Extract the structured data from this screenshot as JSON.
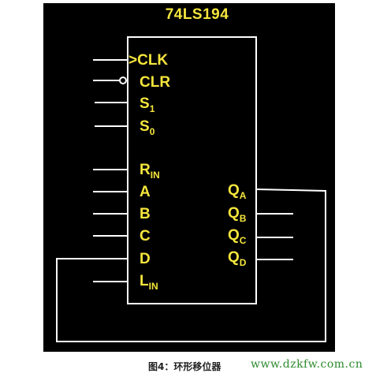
{
  "title": "74LS194",
  "colors": {
    "background": "#000000",
    "wire": "#ffffff",
    "label": "#f5e63c",
    "website": "#2d8a2d"
  },
  "left_pins": [
    {
      "prefix": ">",
      "label": "CLK",
      "sub": ""
    },
    {
      "prefix": "",
      "label": "CLR",
      "sub": ""
    },
    {
      "prefix": "",
      "label": "S",
      "sub": "1"
    },
    {
      "prefix": "",
      "label": "S",
      "sub": "0"
    },
    {
      "prefix": "",
      "label": "R",
      "sub": "IN"
    },
    {
      "prefix": "",
      "label": "A",
      "sub": ""
    },
    {
      "prefix": "",
      "label": "B",
      "sub": ""
    },
    {
      "prefix": "",
      "label": "C",
      "sub": ""
    },
    {
      "prefix": "",
      "label": "D",
      "sub": ""
    },
    {
      "prefix": "",
      "label": "L",
      "sub": "IN"
    }
  ],
  "right_pins": [
    {
      "label": "Q",
      "sub": "A"
    },
    {
      "label": "Q",
      "sub": "B"
    },
    {
      "label": "Q",
      "sub": "C"
    },
    {
      "label": "Q",
      "sub": "D"
    }
  ],
  "caption": "图4：环形移位器",
  "website": "www.dzkfw.com.cn"
}
